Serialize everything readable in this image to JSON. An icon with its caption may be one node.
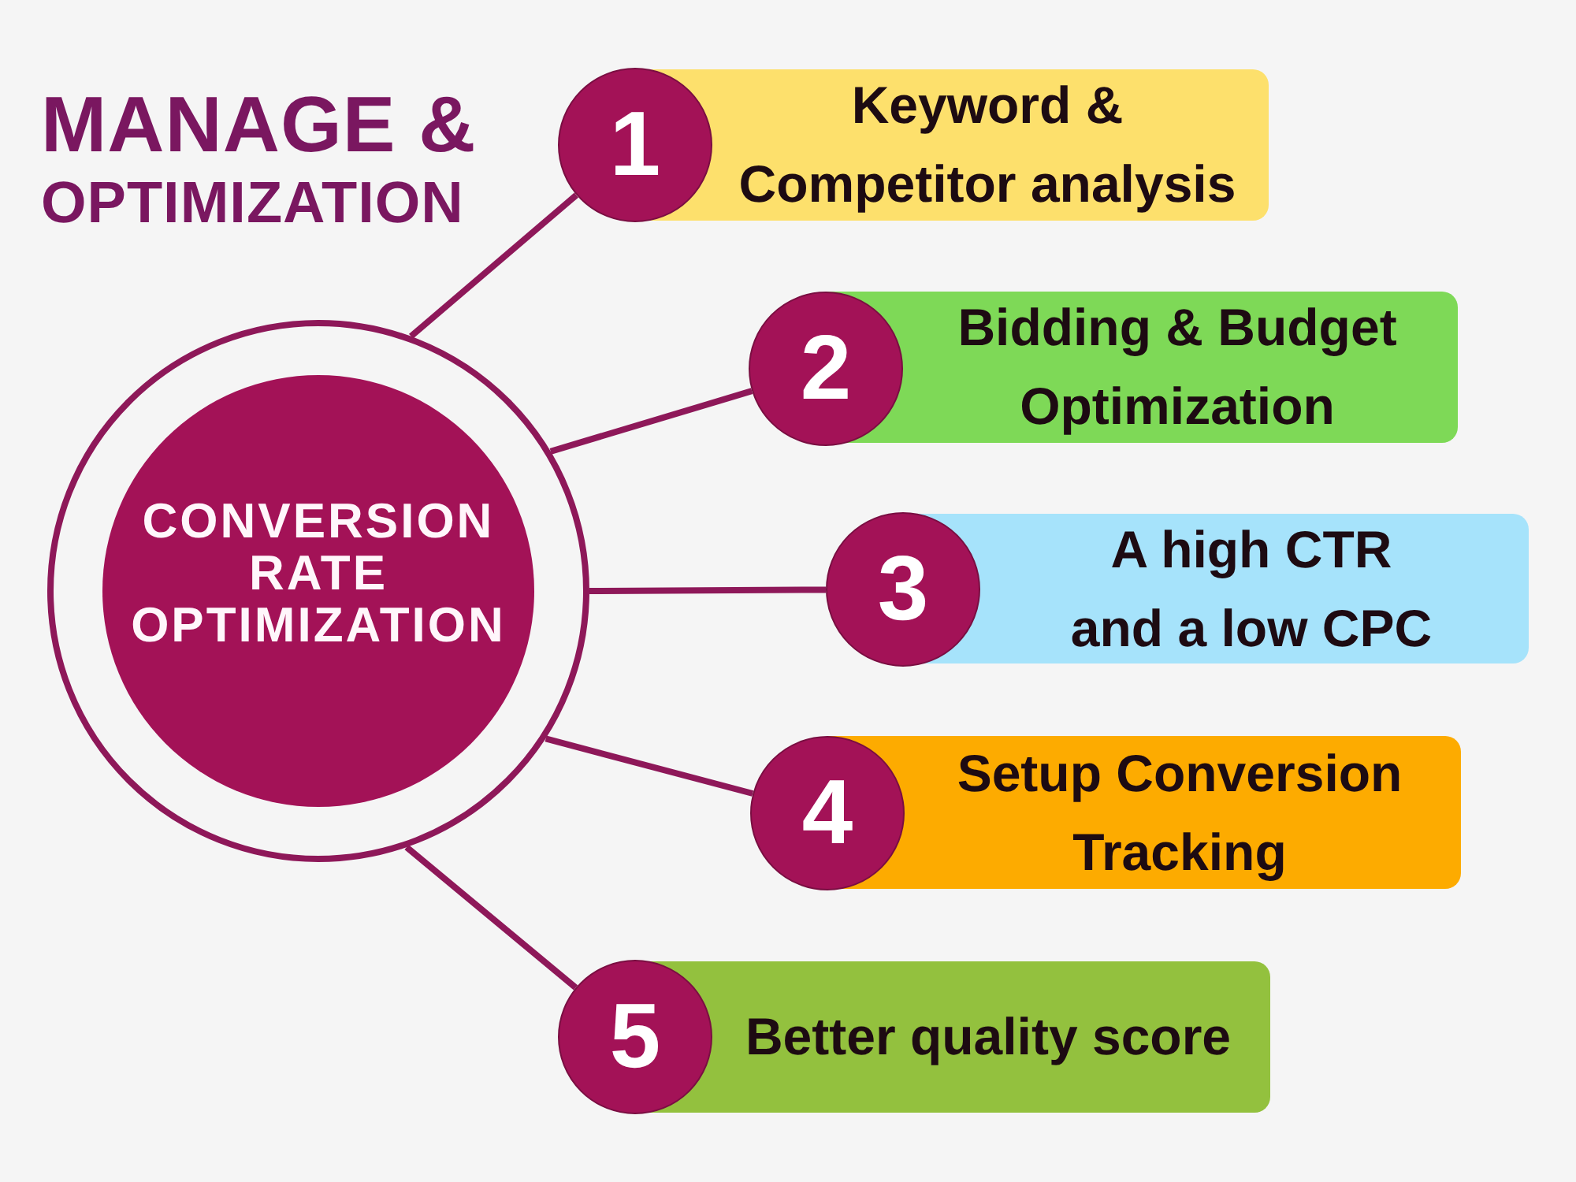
{
  "diagram": {
    "title": "MANAGE & OPTIMIZATION",
    "nodes": [
      {
        "text": [
          "CONVERSION RATE OPTIMIZATION"
        ]
      },
      {
        "text": [
          "1"
        ]
      },
      {
        "text": [
          "Keyword & Competitor analysis"
        ]
      },
      {
        "text": [
          "2"
        ]
      },
      {
        "text": [
          "Bidding & Budget Optimization"
        ]
      },
      {
        "text": [
          "3"
        ]
      },
      {
        "text": [
          "A high CTR and a low CPC"
        ]
      },
      {
        "text": [
          "4"
        ]
      },
      {
        "text": [
          "Setup Conversion Tracking"
        ]
      },
      {
        "text": [
          "5"
        ]
      },
      {
        "text": [
          "Better quality score"
        ]
      }
    ],
    "edges": [
      {
        "from": 0,
        "to": 1,
        "arrow": "none"
      },
      {
        "from": 0,
        "to": 3,
        "arrow": "none"
      },
      {
        "from": 0,
        "to": 5,
        "arrow": "none"
      },
      {
        "from": 0,
        "to": 7,
        "arrow": "none"
      },
      {
        "from": 0,
        "to": 9,
        "arrow": "none"
      }
    ]
  }
}
